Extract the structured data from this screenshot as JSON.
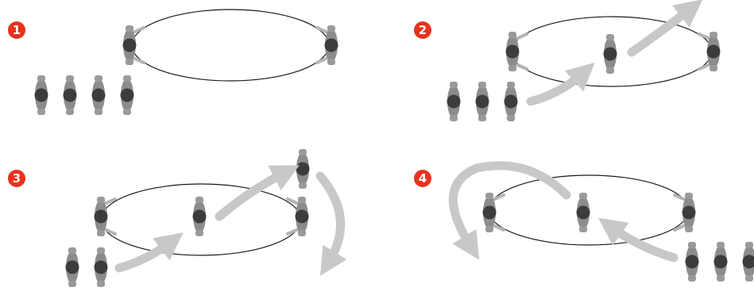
{
  "colors": {
    "badge": "#e8321e",
    "badge_text": "#ffffff",
    "arrow": "#c8c8c8",
    "figure_body": "#8c8c8c",
    "figure_head": "#3c3c3c",
    "ring": "#1a1a1a"
  },
  "panels": [
    {
      "step_label": "1",
      "icon": "numbered-badge-icon"
    },
    {
      "step_label": "2",
      "icon": "numbered-badge-icon"
    },
    {
      "step_label": "3",
      "icon": "numbered-badge-icon"
    },
    {
      "step_label": "4",
      "icon": "numbered-badge-icon"
    }
  ]
}
